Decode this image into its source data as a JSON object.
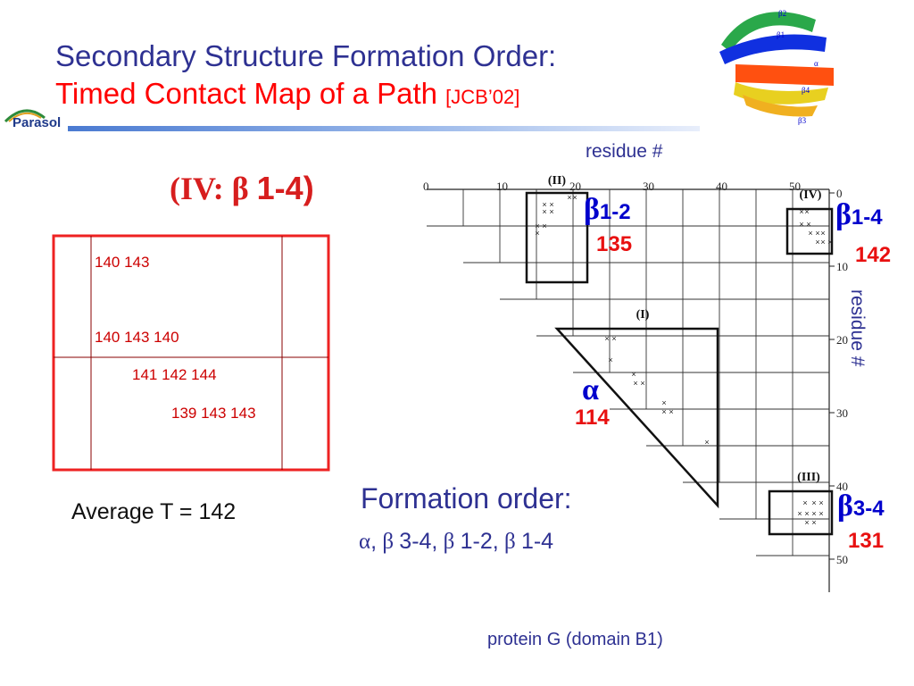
{
  "slide": {
    "title_line1": "Secondary Structure Formation Order:",
    "title_line2": "Timed Contact Map of a Path",
    "title_ref": "[JCB’02]",
    "logo_text": "Parasol"
  },
  "protein_image": {
    "labels": [
      "β2",
      "β1",
      "α",
      "β4",
      "β3"
    ]
  },
  "heading": {
    "prefix": "(IV:",
    "symbol": "β",
    "range": "1-4)"
  },
  "timing_table": {
    "rows": [
      {
        "text": "140 143"
      },
      {
        "text": "140 143 140"
      },
      {
        "text": "141 142 144"
      },
      {
        "text": "139 143 143"
      }
    ]
  },
  "average": "Average T = 142",
  "formation": {
    "heading": "Formation order:",
    "sequence": [
      {
        "sym": "α",
        "txt": ","
      },
      {
        "sym": "β",
        "txt": "3-4,"
      },
      {
        "sym": "β",
        "txt": "1-2,"
      },
      {
        "sym": "β",
        "txt": "1-4"
      }
    ]
  },
  "contact_map": {
    "axis_caption": "residue #",
    "top_ticks": [
      "0",
      "10",
      "20",
      "30",
      "40",
      "50"
    ],
    "right_ticks": [
      "0",
      "10",
      "20",
      "30",
      "40",
      "50"
    ],
    "region_labels": [
      "(II)",
      "(IV)",
      "(I)",
      "(III)"
    ],
    "annotations": [
      {
        "symbol": "β",
        "range": "1-2",
        "time": "135"
      },
      {
        "symbol": "β",
        "range": "1-4",
        "time": "142"
      },
      {
        "symbol": "α",
        "range": "",
        "time": "114"
      },
      {
        "symbol": "β",
        "range": "3-4",
        "time": "131"
      }
    ],
    "contact_mark": "×"
  },
  "caption": "protein G (domain B1)"
}
